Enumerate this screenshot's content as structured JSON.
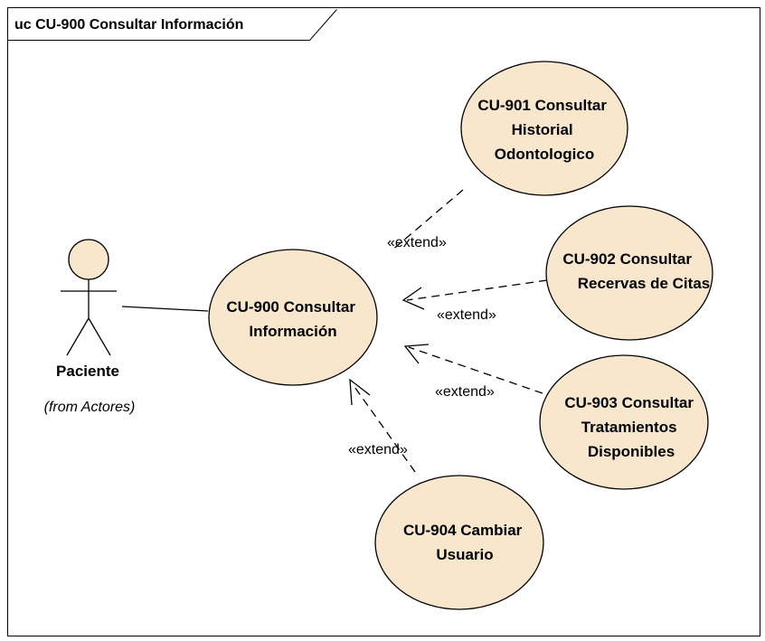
{
  "frame": {
    "title": "uc CU-900 Consultar Información"
  },
  "actor": {
    "name": "Paciente",
    "from": "(from Actores)"
  },
  "use_cases": [
    {
      "id": "cu900",
      "lines": [
        "CU-900 Consultar",
        "Información"
      ]
    },
    {
      "id": "cu901",
      "lines": [
        "CU-901 Consultar",
        "Historial",
        "Odontologico"
      ]
    },
    {
      "id": "cu902",
      "lines": [
        "CU-902 Consultar",
        "Recervas de Citas"
      ]
    },
    {
      "id": "cu903",
      "lines": [
        "CU-903 Consultar",
        "Tratamientos",
        "Disponibles"
      ]
    },
    {
      "id": "cu904",
      "lines": [
        "CU-904 Cambiar",
        "Usuario"
      ]
    }
  ],
  "relations": [
    {
      "id": "assoc",
      "kind": "association",
      "from": "Paciente",
      "to": "cu900"
    },
    {
      "id": "ext901",
      "kind": "extend",
      "label": "«extend»",
      "from": "cu901",
      "to": "cu900"
    },
    {
      "id": "ext902",
      "kind": "extend",
      "label": "«extend»",
      "from": "cu902",
      "to": "cu900"
    },
    {
      "id": "ext903",
      "kind": "extend",
      "label": "«extend»",
      "from": "cu903",
      "to": "cu900"
    },
    {
      "id": "ext904",
      "kind": "extend",
      "label": "«extend»",
      "from": "cu904",
      "to": "cu900"
    }
  ],
  "colors": {
    "use_case_fill": "#f8e7cc",
    "stroke": "#000000",
    "background": "#ffffff"
  }
}
